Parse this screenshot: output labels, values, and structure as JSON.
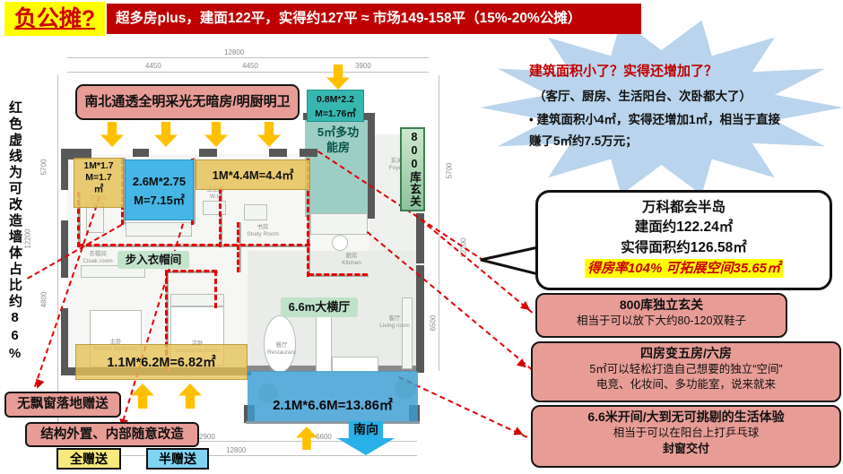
{
  "header": {
    "tag": "负公摊?",
    "banner": "超多房plus，建面122平，实得约127平 ≈ 市场149-158平（15%-20%公摊）"
  },
  "left_note": "红色虚线为可改造墙体占比约86%",
  "plan": {
    "banner": "南北通透全明采光无暗房/明厨明卫",
    "labels": {
      "gift_small": "1M*1.7\nM=1.7\n㎡",
      "gift_blue": "2.6M*2.75\nM=7.15㎡",
      "gift_top": "1M*4.4M=4.4㎡",
      "gift_teal": "0.8M*2.2\nM=1.76㎡",
      "multi_room": "5㎡多功\n能房",
      "foyer_cabinet": "800库玄关",
      "wardrobe": "步入衣帽间",
      "hall": "6.6m大横厅",
      "gift_bottom": "1.1M*6.2M=6.82㎡",
      "balcony": "2.1M*6.6M=13.86㎡",
      "south": "南向"
    },
    "rooms": [
      {
        "label": "卫生间\nW.C"
      },
      {
        "label": "卫生间\nW.C"
      },
      {
        "label": "书房\nStudy Room"
      },
      {
        "label": "厨房\nKitchen"
      },
      {
        "label": "玄关\nFoyer"
      },
      {
        "label": "衣帽间\nCloak room"
      },
      {
        "label": "主卧\nMaster Bedroom"
      },
      {
        "label": "次卧\nSecond bedroom"
      },
      {
        "label": "餐厅\nRestaurant"
      },
      {
        "label": "客厅\nLiving room"
      }
    ],
    "dims": {
      "top_total": "12800",
      "seg1": "4450",
      "seg2": "4450",
      "seg3": "3900",
      "left1": "5700",
      "left_total": "12200",
      "left2": "4800",
      "right1": "5700",
      "right_total": "12200",
      "right_inner": "6500",
      "bottom_seg": "2900",
      "bottom_inner": "6600",
      "bottom_total": "12800"
    }
  },
  "bottom_left": {
    "callout_floor": "无飘窗落地赠送",
    "callout_structure": "结构外置、内部随意改造",
    "legend_full": "全赠送",
    "legend_half": "半赠送"
  },
  "starburst": {
    "title": "建筑面积小了？实得还增加了？",
    "subtitle": "（客厅、厨房、生活阳台、次卧都大了）",
    "bullet": "• 建筑面积小4㎡，实得还增加1㎡，相当于直接赚了5㎡约7.5万元；"
  },
  "bubble": {
    "line1": "万科都会半岛",
    "line2": "建面约122.24㎡",
    "line3": "实得面积约126.58㎡",
    "highlight": "得房率104% 可拓展空间35.65㎡"
  },
  "cards": [
    {
      "title": "800库独立玄关",
      "line1": "相当于可以放下大约80-120双鞋子"
    },
    {
      "title": "四房变五房/六房",
      "line1": "5㎡可以轻松打造自己想要的独立“空间”",
      "line2": "电竞、化妆间、多功能室，说来就来"
    },
    {
      "title": "6.6米开间/大到无可挑剔的生活体验",
      "line1": "相当于可以在阳台上打乒乓球",
      "footer": "封窗交付"
    }
  ],
  "colors": {
    "banner_red": "#be0000",
    "highlight_yellow": "#ffff00",
    "arrow_yellow": "#ffc000",
    "gift_band_yellow": "#e5c258",
    "gift_blue": "#45b6e6",
    "gift_teal": "#35b7b0",
    "foyer_green": "#aed9ae",
    "balcony_blue": "#3f9fd4",
    "callout_pink": "#e89c96",
    "star_blue": "#b8d3ea",
    "dashed_red": "#e30000",
    "south_blue": "#29b0e8",
    "legend_yellow": "#f6e97d",
    "legend_blue": "#7fd4f2"
  }
}
